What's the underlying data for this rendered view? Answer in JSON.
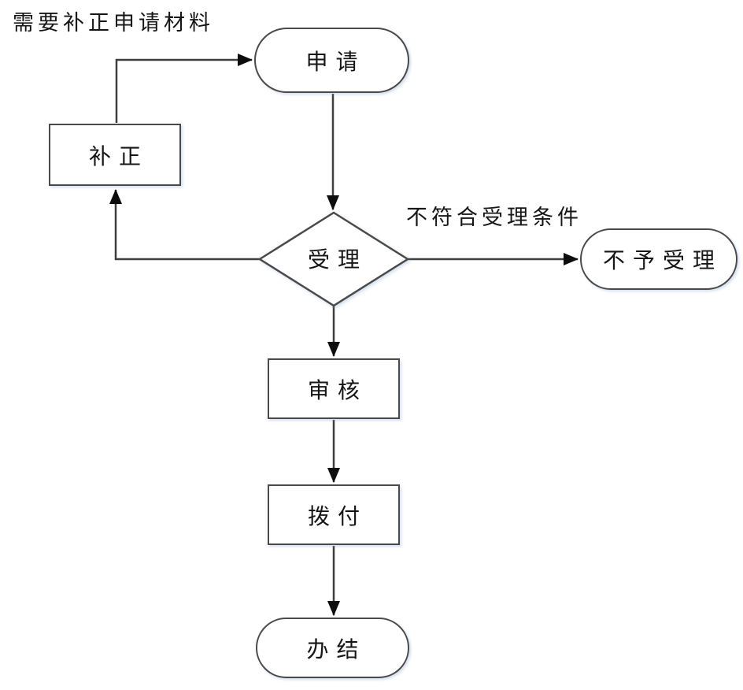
{
  "diagram": {
    "type": "flowchart",
    "labels": {
      "need_correction": "需要补正申请材料",
      "reject_condition": "不符合受理条件"
    },
    "nodes": {
      "apply": "申请",
      "correction": "补正",
      "accept": "受理",
      "reject": "不予受理",
      "review": "审核",
      "disburse": "拨付",
      "complete": "办结"
    },
    "edges": [
      {
        "from": "apply",
        "to": "accept",
        "label": ""
      },
      {
        "from": "accept",
        "to": "correction",
        "label": "需要补正申请材料"
      },
      {
        "from": "correction",
        "to": "apply",
        "label": ""
      },
      {
        "from": "accept",
        "to": "reject",
        "label": "不符合受理条件"
      },
      {
        "from": "accept",
        "to": "review",
        "label": ""
      },
      {
        "from": "review",
        "to": "disburse",
        "label": ""
      },
      {
        "from": "disburse",
        "to": "complete",
        "label": ""
      }
    ],
    "colors": {
      "line": "#3f3f3f",
      "node_border": "#4a4a4a",
      "node_fill": "#ffffff",
      "arrowhead": "#0d0d0d",
      "text": "#161616",
      "background": "#ffffff"
    }
  }
}
